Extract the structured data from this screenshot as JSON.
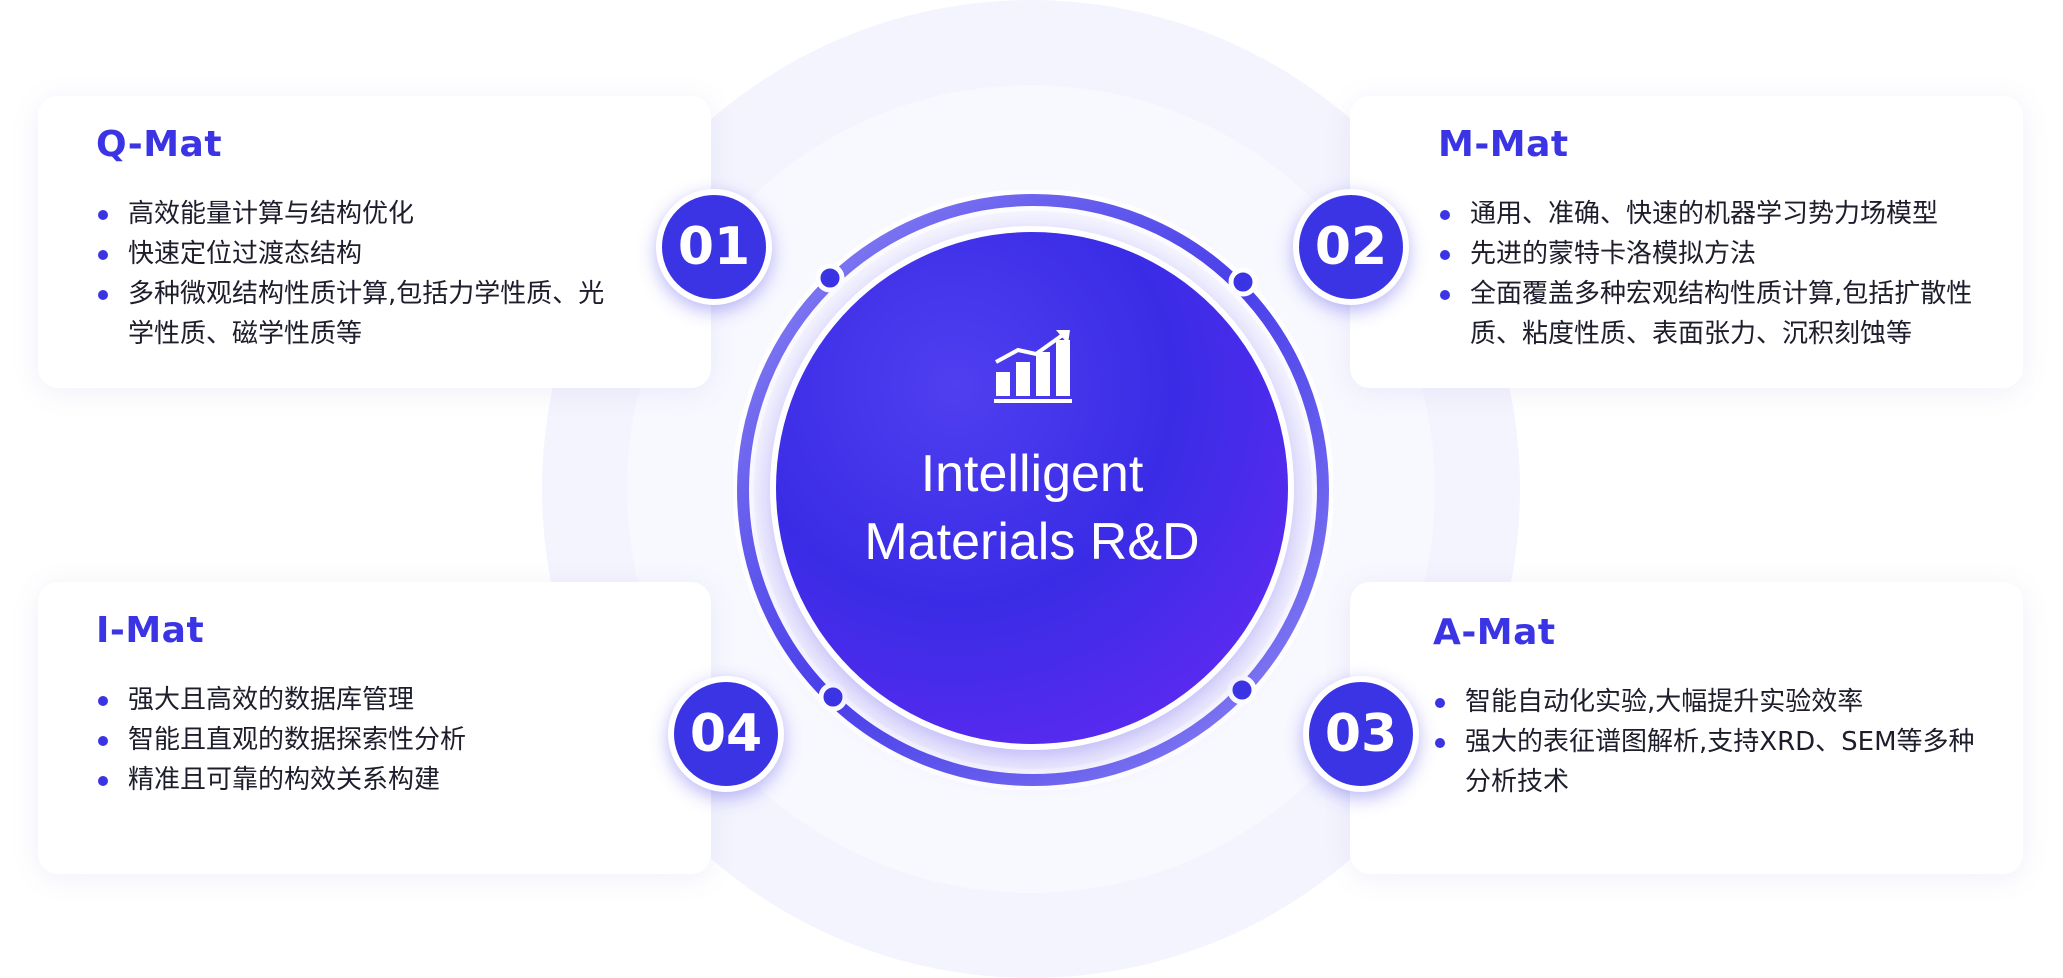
{
  "center": {
    "title_line1": "Intelligent",
    "title_line2": "Materials R&D",
    "icon": "bar-chart-growth-icon"
  },
  "colors": {
    "accent": "#3b34e4",
    "core_gradient_start": "#3a2ce6",
    "core_gradient_end": "#6d2ff5",
    "ring": "#6f68f0",
    "halo": "#f4f4fe"
  },
  "modules": [
    {
      "number": "01",
      "title": "Q-Mat",
      "items": [
        "高效能量计算与结构优化",
        "快速定位过渡态结构",
        "多种微观结构性质计算,包括力学性质、光学性质、磁学性质等"
      ]
    },
    {
      "number": "02",
      "title": "M-Mat",
      "items": [
        "通用、准确、快速的机器学习势力场模型",
        "先进的蒙特卡洛模拟方法",
        "全面覆盖多种宏观结构性质计算,包括扩散性质、粘度性质、表面张力、沉积刻蚀等"
      ]
    },
    {
      "number": "03",
      "title": "A-Mat",
      "items": [
        "智能自动化实验,大幅提升实验效率",
        "强大的表征谱图解析,支持XRD、SEM等多种分析技术"
      ]
    },
    {
      "number": "04",
      "title": "I-Mat",
      "items": [
        "强大且高效的数据库管理",
        "智能且直观的数据探索性分析",
        "精准且可靠的构效关系构建"
      ]
    }
  ]
}
